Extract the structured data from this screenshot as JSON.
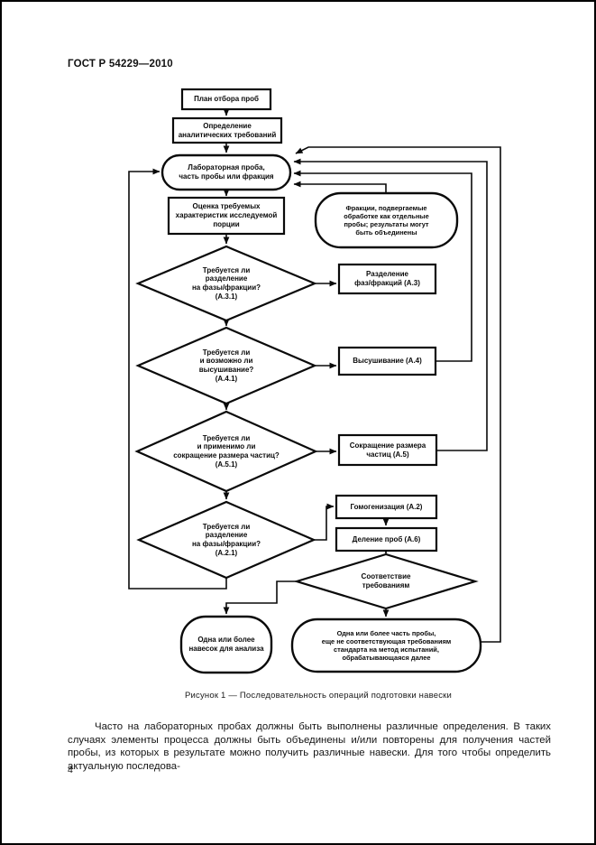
{
  "header": {
    "doc_number": "ГОСТ Р 54229—2010"
  },
  "flowchart": {
    "plan": "План отбора проб",
    "define_requirements": "Определение\nаналитических требований",
    "lab_sample": "Лабораторная проба,\nчасть пробы или фракция",
    "assess_portion": "Оценка требуемых\nхарактеристик исследуемой\nпорции",
    "fractions_note": "Фракции, подвергаемые\nобработке как отдельные\nпробы; результаты могут\nбыть объединены",
    "q_phase_split_a31": "Требуется ли\nразделение\nна фазы/фракции?\n(А.3.1)",
    "phase_split_a3": "Разделение\nфаз/фракций (А.3)",
    "q_drying_a41": "Требуется ли\nи возможно ли\nвысушивание?\n(А.4.1)",
    "drying_a4": "Высушивание (А.4)",
    "q_size_reduction_a51": "Требуется ли\nи применимо ли\nсокращение размера частиц?\n(А.5.1)",
    "size_reduction_a5": "Сокращение размера\nчастиц (А.5)",
    "q_phase_split_a21": "Требуется ли\nразделение\nна фазы/фракции?\n(А.2.1)",
    "homogenization_a2": "Гомогенизация (А.2)",
    "sample_division_a6": "Деление проб (А.6)",
    "q_conformity": "Соответствие\nтребованиям",
    "test_portions": "Одна или более\nнавесок для анализа",
    "nonconforming_part": "Одна или более часть пробы,\nеще не соответствующая требованиям\nстандарта на метод испытаний,\nобрабатывающаяся далее"
  },
  "figure_caption": "Рисунок 1 — Последовательность операций подготовки навески",
  "body_text": "Часто на лабораторных пробах должны быть выполнены различные определения. В таких случаях элементы процесса должны быть объединены и/или повторены для получения частей пробы, из которых в результате можно получить различные навески. Для того чтобы определить актуальную последова-",
  "page_number": "4"
}
